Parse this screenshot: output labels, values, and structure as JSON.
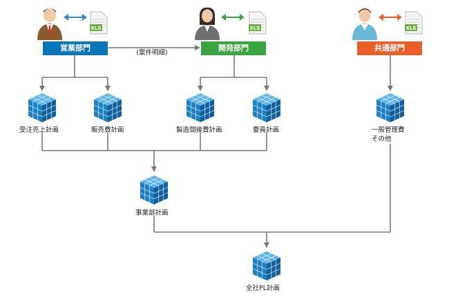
{
  "departments": {
    "sales": {
      "label": "営業部門",
      "color": "#0a76b8",
      "arrow_color": "#2a8fd0"
    },
    "dev": {
      "label": "開発部門",
      "color": "#3aa540",
      "arrow_color": "#3aa540"
    },
    "common": {
      "label": "共通部門",
      "color": "#e85f2a",
      "arrow_color": "#e85f2a"
    }
  },
  "file_badge": "XLS",
  "link_label": "(案件明細)",
  "cubes": {
    "order_sales": "受注売上計画",
    "selling_cost": "販売費計画",
    "mfg_overhead": "製造間接費計画",
    "staffing": "要員計画",
    "general_admin_line1": "一般管理費",
    "general_admin_line2": "その他",
    "business_unit": "事業部計画",
    "company_pl": "全社PL計画"
  },
  "colors": {
    "connector": "#777777",
    "cube": "#1b7fc4",
    "cube_light": "#5fb4ea"
  }
}
